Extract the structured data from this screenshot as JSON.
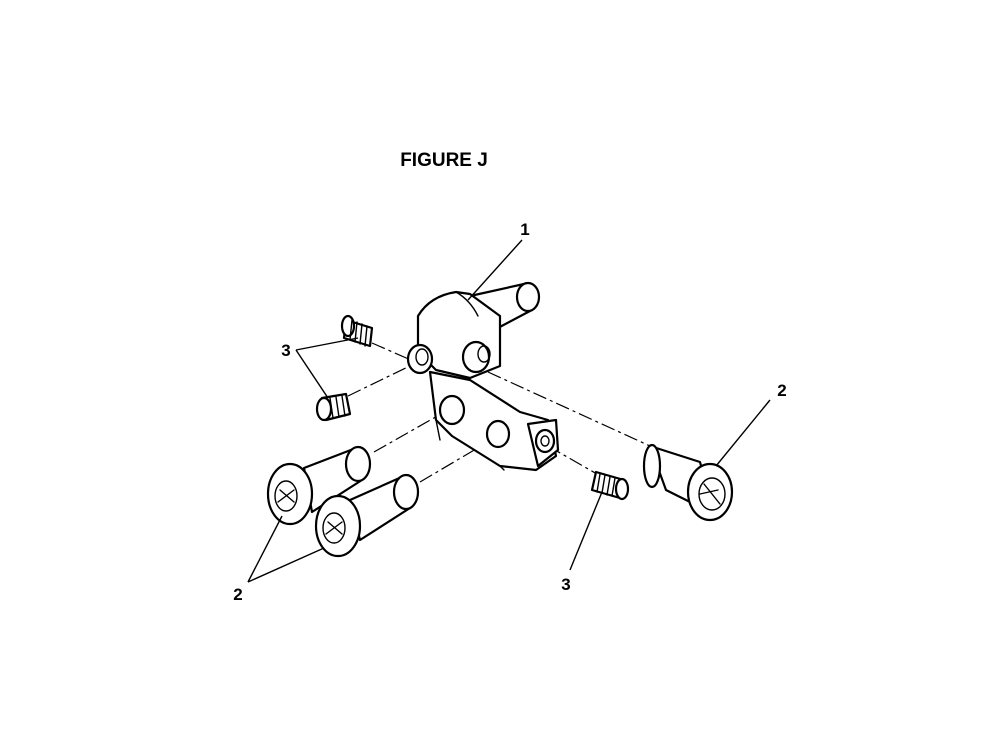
{
  "figure": {
    "title": "FIGURE J"
  },
  "callouts": {
    "part_1": "1",
    "part_2_right": "2",
    "part_2_left": "2",
    "part_3_left": "3",
    "part_3_bottom": "3"
  }
}
